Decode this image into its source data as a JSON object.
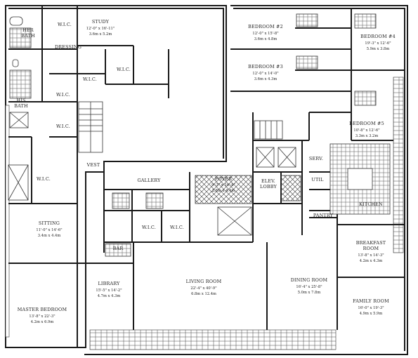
{
  "rooms": {
    "her_bath": {
      "name_line1": "HER",
      "name_line2": "BATH"
    },
    "his_bath": {
      "name_line1": "HIS",
      "name_line2": "BATH"
    },
    "wic_top": {
      "name": "W.I.C."
    },
    "dressing": {
      "name": "DRESSING"
    },
    "study": {
      "name": "STUDY",
      "dim_imperial": "12'-0\" x 16'-11\"",
      "dim_metric": "3.6m x 5.2m"
    },
    "wic_study": {
      "name": "W.I.C."
    },
    "wic_mid": {
      "name": "W.I.C."
    },
    "wic_left1": {
      "name": "W.I.C."
    },
    "wic_left2": {
      "name": "W.I.C."
    },
    "vest": {
      "name": "VEST"
    },
    "wic_master": {
      "name": "W.I.C."
    },
    "sitting": {
      "name": "SITTING",
      "dim_imperial": "11'-0\" x 14'-6\"",
      "dim_metric": "3.4m x 4.4m"
    },
    "master_bedroom": {
      "name": "MASTER BEDROOM",
      "dim_imperial": "13'-8\" x 22'-3\"",
      "dim_metric": "4.2m x 6.9m"
    },
    "gallery": {
      "name": "GALLERY"
    },
    "wic_gallery1": {
      "name": "W.I.C."
    },
    "wic_gallery2": {
      "name": "W.I.C."
    },
    "bar": {
      "name": "BAR"
    },
    "library": {
      "name": "LIBRARY",
      "dim_imperial": "15'-5\" x 14'-2\"",
      "dim_metric": "4.7m x 4.3m"
    },
    "foyer": {
      "name": "FOYER",
      "dim_imperial": "9'-3\" x 14'-8\"",
      "dim_metric": "2.8m x 4.4m"
    },
    "elev_lobby": {
      "name_line1": "ELEV.",
      "name_line2": "LOBBY"
    },
    "living_room": {
      "name": "LIVING ROOM",
      "dim_imperial": "22'-4\" x 40'-9\"",
      "dim_metric": "6.8m x 12.4m"
    },
    "bedroom2": {
      "name": "BEDROOM #2",
      "dim_imperial": "12'-0\" x 15'-8\"",
      "dim_metric": "3.6m x 4.8m"
    },
    "bedroom3": {
      "name": "BEDROOM #3",
      "dim_imperial": "12'-0\" x 14'-0\"",
      "dim_metric": "3.6m x 4.3m"
    },
    "bedroom4": {
      "name": "BEDROOM #4",
      "dim_imperial": "19'-3\" x 12'-6\"",
      "dim_metric": "5.9m x 3.8m"
    },
    "bedroom5": {
      "name": "BEDROOM #5",
      "dim_imperial": "10'-8\" x 12'-6\"",
      "dim_metric": "3.3m x 3.2m"
    },
    "serv": {
      "name": "SERV."
    },
    "util": {
      "name": "UTIL"
    },
    "kitchen": {
      "name": "KITCHEN"
    },
    "pantry": {
      "name": "PANTRY"
    },
    "breakfast_room": {
      "name_line1": "BREAKFAST",
      "name_line2": "ROOM",
      "dim_imperial": "13'-8\" x 14'-3\"",
      "dim_metric": "4.2m x 4.3m"
    },
    "dining_room": {
      "name": "DINING ROOM",
      "dim_imperial": "16'-4\" x 25'-8\"",
      "dim_metric": "5.0m x 7.8m"
    },
    "family_room": {
      "name": "FAMILY ROOM",
      "dim_imperial": "16'-0\" x 19'-3\"",
      "dim_metric": "4.9m x 5.9m"
    }
  },
  "colors": {
    "ink": "#1a1a1a",
    "paper": "#ffffff",
    "fill_gray": "#bdbdbd"
  }
}
